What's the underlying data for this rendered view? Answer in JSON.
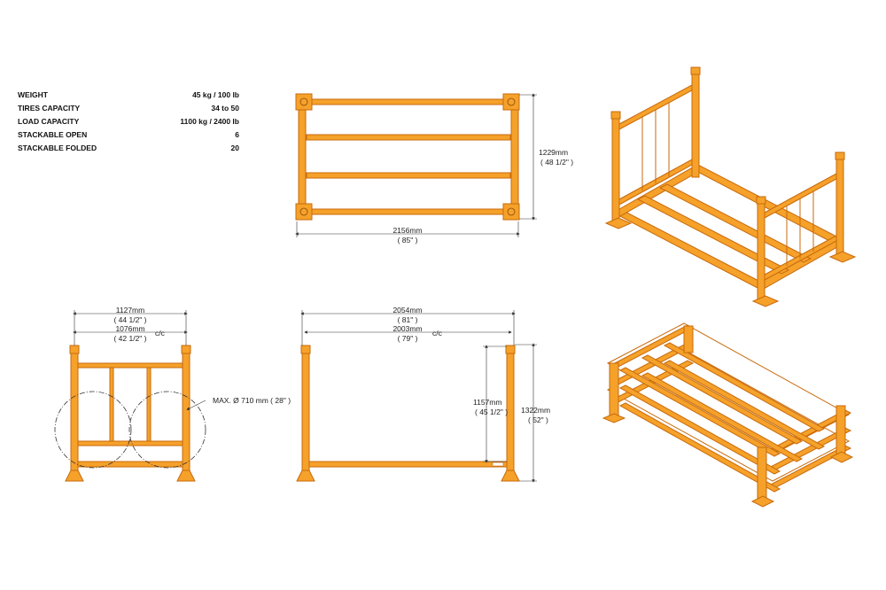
{
  "specs": [
    {
      "label": "WEIGHT",
      "value": "45 kg / 100 lb"
    },
    {
      "label": "TIRES CAPACITY",
      "value": "34 to 50"
    },
    {
      "label": "LOAD CAPACITY",
      "value": "1100 kg / 2400 lb"
    },
    {
      "label": "STACKABLE OPEN",
      "value": "6"
    },
    {
      "label": "STACKABLE FOLDED",
      "value": "20"
    }
  ],
  "dimensions": {
    "top_height": "1229mm",
    "top_height_in": "( 48 1/2\" )",
    "top_length": "2156mm",
    "top_length_in": "( 85\" )",
    "end_width": "1127mm",
    "end_width_in": "( 44 1/2\" )",
    "end_cc": "1076mm",
    "end_cc_in": "( 42 1/2\" )",
    "end_cc_suffix": "c/c",
    "tire_max": "MAX. Ø 710 mm ( 28\" )",
    "side_length": "2054mm",
    "side_length_in": "( 81\" )",
    "side_cc": "2003mm",
    "side_cc_in": "( 79\" )",
    "side_cc_suffix": "c/c",
    "inner_height": "1157mm",
    "inner_height_in": "( 45 1/2\" )",
    "overall_height": "1322mm",
    "overall_height_in": "( 52\" )"
  },
  "colors": {
    "frame": "#f5a12a",
    "frame_dark": "#c86a0c",
    "line": "#333333"
  }
}
